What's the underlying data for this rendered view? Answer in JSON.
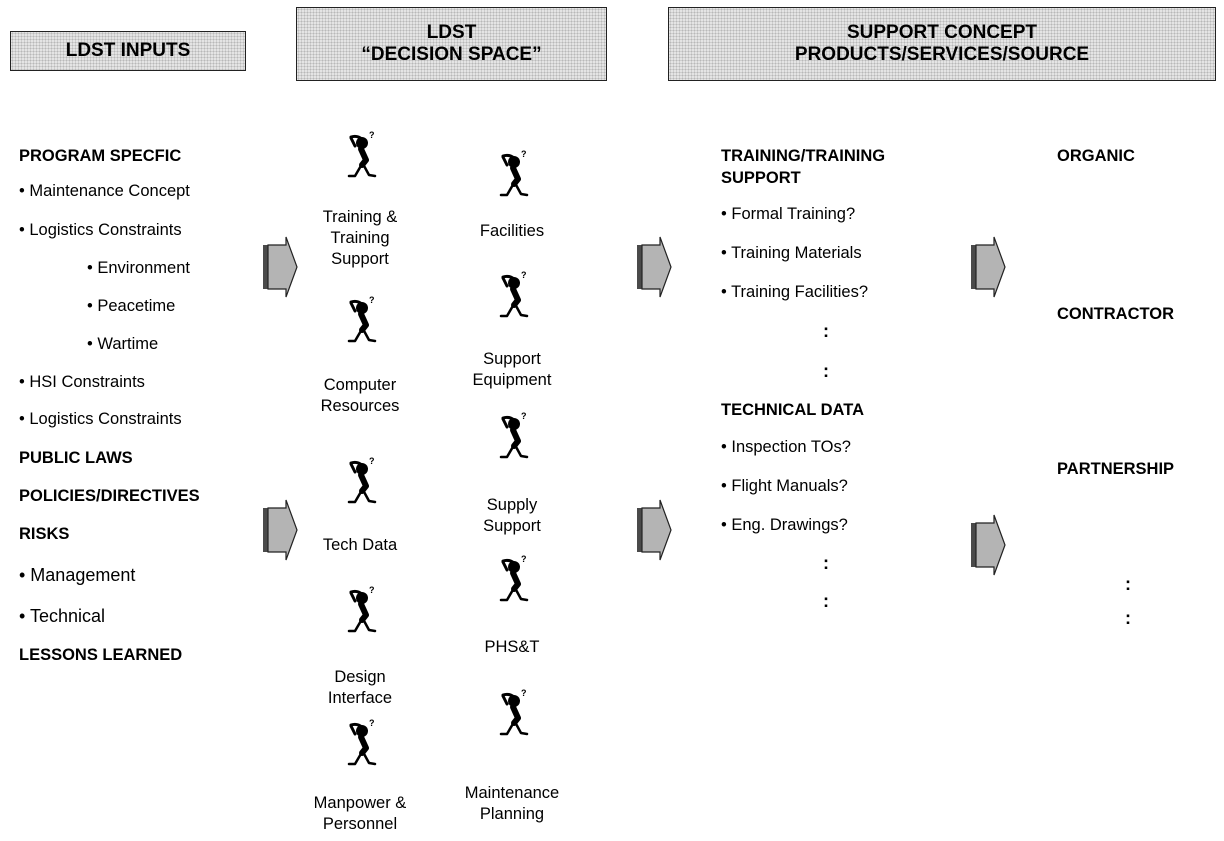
{
  "headers": {
    "inputs": [
      "LDST INPUTS"
    ],
    "decision_space": [
      "LDST",
      "“DECISION SPACE”"
    ],
    "support_concept": [
      "SUPPORT CONCEPT",
      "PRODUCTS/SERVICES/SOURCE"
    ]
  },
  "inputs": {
    "program_specific": "PROGRAM SPECFIC",
    "program_items": [
      "• Maintenance Concept",
      "• Logistics Constraints"
    ],
    "logistics_sub": [
      "• Environment",
      "• Peacetime",
      "• Wartime"
    ],
    "constraint_items": [
      "• HSI Constraints",
      "• Logistics Constraints"
    ],
    "public_laws": "PUBLIC LAWS",
    "policies": "POLICIES/DIRECTIVES",
    "risks": "RISKS",
    "risk_items": [
      "• Management",
      "• Technical"
    ],
    "lessons": "LESSONS LEARNED"
  },
  "decision_space": {
    "left": [
      [
        "Training &",
        "Training",
        "Support"
      ],
      [
        "Computer",
        "Resources"
      ],
      [
        "Tech Data"
      ],
      [
        "Design",
        "Interface"
      ],
      [
        "Manpower &",
        "Personnel"
      ]
    ],
    "right": [
      [
        "Facilities"
      ],
      [
        "Support",
        "Equipment"
      ],
      [
        "Supply",
        "Support"
      ],
      [
        "PHS&T"
      ],
      [
        "Maintenance",
        "Planning"
      ]
    ]
  },
  "support": {
    "training_heading": [
      "TRAINING/TRAINING",
      "SUPPORT"
    ],
    "training_items": [
      "• Formal Training?",
      "• Training Materials",
      "• Training Facilities?"
    ],
    "technical_heading": "TECHNICAL DATA",
    "technical_items": [
      "• Inspection TOs?",
      "• Flight Manuals?",
      "• Eng. Drawings?"
    ],
    "dots": ":"
  },
  "sources": [
    "ORGANIC",
    "CONTRACTOR",
    "PARTNERSHIP"
  ],
  "colors": {
    "arrow_fill": "#b4b4b4",
    "arrow_dark": "#4a4a4a",
    "figure": "#000000"
  },
  "icons": {
    "figure": "thinking-person-icon",
    "arrow": "right-arrow-icon"
  }
}
